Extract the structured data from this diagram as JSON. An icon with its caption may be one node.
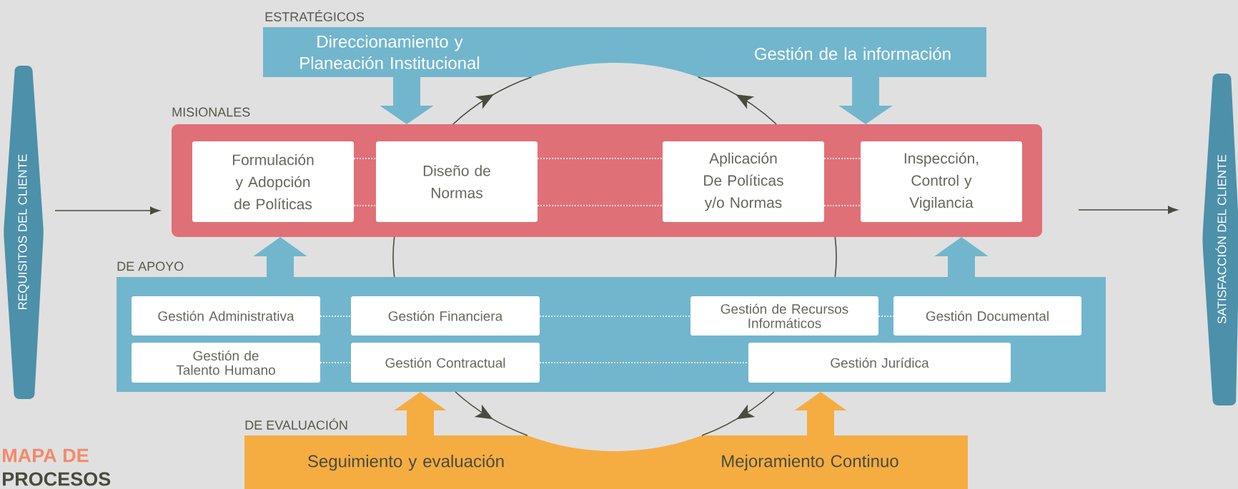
{
  "diagram": {
    "nodes": [
      {
        "text": [
          "ESTRATÉGICOS",
          "Direccionamiento y Planeación Institucional",
          "Gestión de la información"
        ]
      },
      {
        "text": [
          "REQUISITOS DEL CLIENTE"
        ]
      },
      {
        "text": [
          "MISIONALES"
        ]
      },
      {
        "text": [
          "Formulación y Adopción de Políticas"
        ],
        "in": 2
      },
      {
        "text": [
          "Diseño de Normas"
        ],
        "in": 2
      },
      {
        "text": [
          "Aplicación De Políticas y/o Normas"
        ],
        "in": 2
      },
      {
        "text": [
          "Inspección, Control y Vigilancia"
        ],
        "in": 2
      },
      {
        "text": [
          "SATISFACCIÓN DEL CLIENTE"
        ]
      },
      {
        "text": [
          "DE APOYO"
        ]
      },
      {
        "text": [
          "Gestión Administrativa"
        ],
        "in": 8
      },
      {
        "text": [
          "Gestión Financiera"
        ],
        "in": 8
      },
      {
        "text": [
          "Gestión de Recursos Informáticos"
        ],
        "in": 8
      },
      {
        "text": [
          "Gestión Documental"
        ],
        "in": 8
      },
      {
        "text": [
          "Gestión de Talento Humano"
        ],
        "in": 8
      },
      {
        "text": [
          "Gestión Contractual"
        ],
        "in": 8
      },
      {
        "text": [
          "Gestión Jurídica"
        ],
        "in": 8
      },
      {
        "text": [
          "DE EVALUACIÓN",
          "Seguimiento y evaluación",
          "Mejoramiento Continuo"
        ]
      }
    ],
    "edges": [
      {
        "from": 1,
        "to": 2,
        "arrow": "to",
        "color": "#4a4b3e"
      },
      {
        "from": 2,
        "to": 7,
        "arrow": "to",
        "color": "#4a4b3e"
      },
      {
        "from": 3,
        "to": 4,
        "arrow": "none",
        "style": "dashed",
        "color": "#ffffff"
      },
      {
        "from": 3,
        "to": 4,
        "arrow": "none",
        "style": "dashed",
        "color": "#ffffff"
      },
      {
        "from": 4,
        "to": 5,
        "arrow": "none",
        "style": "dashed",
        "color": "#ffffff"
      },
      {
        "from": 4,
        "to": 5,
        "arrow": "none",
        "style": "dashed",
        "color": "#ffffff"
      },
      {
        "from": 5,
        "to": 6,
        "arrow": "none",
        "style": "dashed",
        "color": "#ffffff"
      },
      {
        "from": 5,
        "to": 6,
        "arrow": "none",
        "style": "dashed",
        "color": "#ffffff"
      },
      {
        "from": 9,
        "to": 10,
        "arrow": "none",
        "style": "dashed",
        "color": "#ffffff"
      },
      {
        "from": 10,
        "to": 11,
        "arrow": "none",
        "style": "dashed",
        "color": "#ffffff"
      },
      {
        "from": 11,
        "to": 12,
        "arrow": "none",
        "style": "dashed",
        "color": "#ffffff"
      },
      {
        "from": 13,
        "to": 14,
        "arrow": "none",
        "style": "dashed",
        "color": "#ffffff"
      },
      {
        "from": 14,
        "to": 15,
        "arrow": "none",
        "style": "dashed",
        "color": "#ffffff"
      },
      {
        "from": 2,
        "to": 0,
        "arrow": "to",
        "color": "#4a4b3e"
      },
      {
        "from": 2,
        "to": 0,
        "arrow": "to",
        "color": "#4a4b3e"
      },
      {
        "from": 2,
        "to": 8,
        "arrow": "none",
        "color": "#4a4b3e"
      },
      {
        "from": 2,
        "to": 8,
        "arrow": "none",
        "color": "#4a4b3e"
      },
      {
        "from": 8,
        "to": 16,
        "arrow": "to",
        "color": "#4a4b3e"
      },
      {
        "from": 8,
        "to": 16,
        "arrow": "to",
        "color": "#4a4b3e"
      },
      {
        "from": 0,
        "to": 2,
        "arrow": "to",
        "style": "thick",
        "color": "#72b6cd"
      },
      {
        "from": 0,
        "to": 2,
        "arrow": "to",
        "style": "thick",
        "color": "#72b6cd"
      },
      {
        "from": 8,
        "to": 2,
        "arrow": "to",
        "style": "thick",
        "color": "#72b6cd"
      },
      {
        "from": 8,
        "to": 2,
        "arrow": "to",
        "style": "thick",
        "color": "#72b6cd"
      },
      {
        "from": 16,
        "to": 8,
        "arrow": "to",
        "style": "thick",
        "color": "#f5ad42"
      },
      {
        "from": 16,
        "to": 8,
        "arrow": "to",
        "style": "thick",
        "color": "#f5ad42"
      }
    ],
    "labels": [
      "MAPA DE",
      "PROCESOS"
    ]
  }
}
